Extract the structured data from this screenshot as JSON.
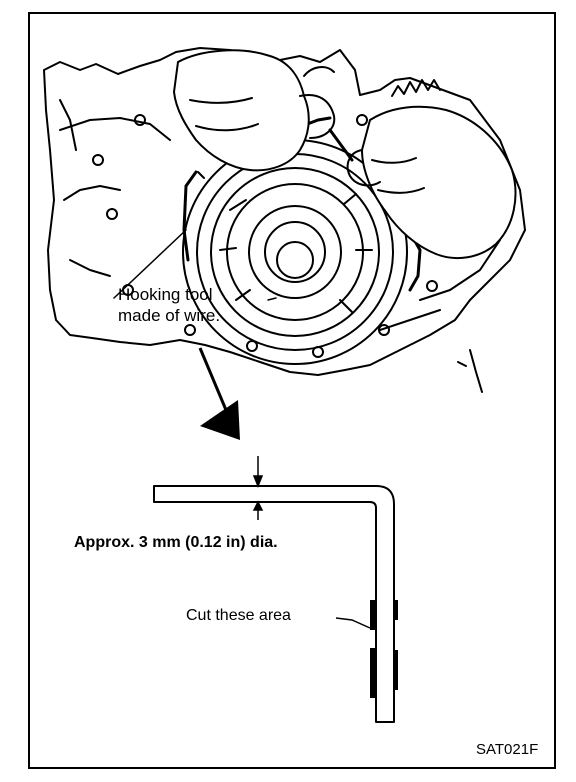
{
  "labels": {
    "hooking_tool_line1": "Hooking tool",
    "hooking_tool_line2": "made of wire.",
    "wire_diameter": "Approx. 3 mm (0.12 in) dia.",
    "cut_area": "Cut these area",
    "figure_code": "SAT021F"
  }
}
